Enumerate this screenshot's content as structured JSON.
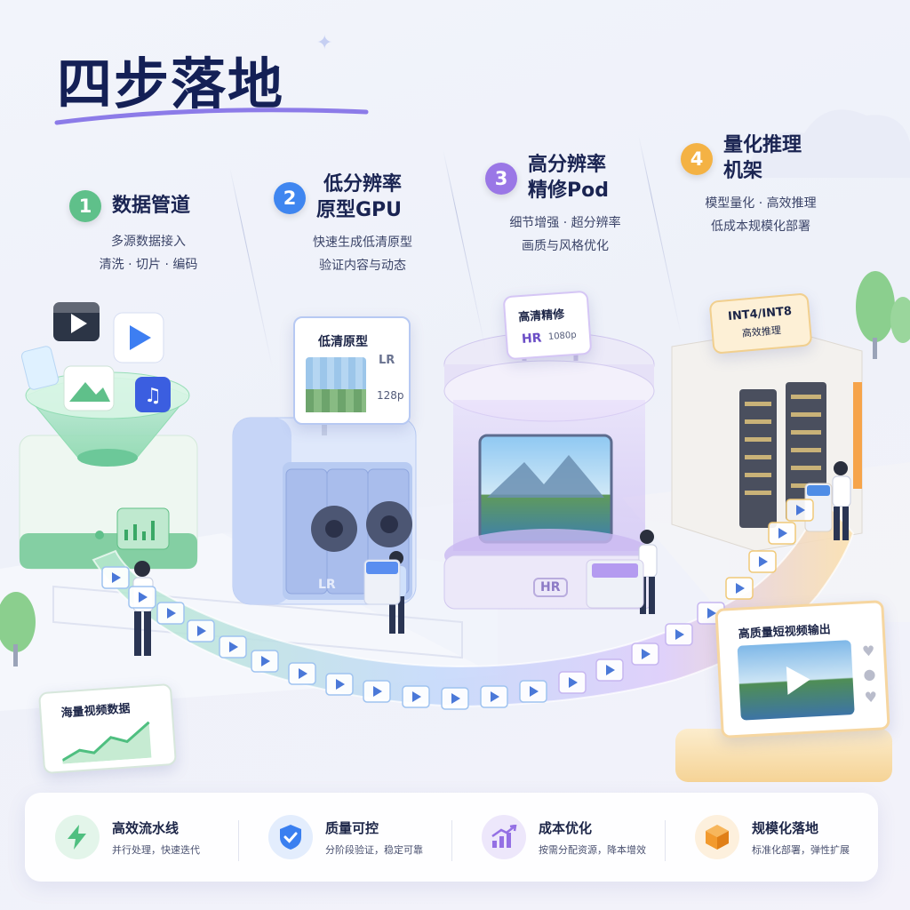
{
  "title": "四步落地",
  "steps": [
    {
      "number": "1",
      "title_line1": "数据管道",
      "title_line2": "",
      "desc_line1": "多源数据接入",
      "desc_line2": "清洗 · 切片 · 编码",
      "color": "#5fc08a"
    },
    {
      "number": "2",
      "title_line1": "低分辨率",
      "title_line2": "原型GPU",
      "desc_line1": "快速生成低清原型",
      "desc_line2": "验证内容与动态",
      "color": "#3f86f0"
    },
    {
      "number": "3",
      "title_line1": "高分辨率",
      "title_line2": "精修Pod",
      "desc_line1": "细节增强 · 超分辨率",
      "desc_line2": "画质与风格优化",
      "color": "#9a77e6"
    },
    {
      "number": "4",
      "title_line1": "量化推理",
      "title_line2": "机架",
      "desc_line1": "模型量化 · 高效推理",
      "desc_line2": "低成本规模化部署",
      "color": "#f4b244"
    }
  ],
  "scene": {
    "lowres_sign": {
      "title": "低清原型",
      "tag": "LR",
      "resolution": "128p"
    },
    "gpu_label": "LR",
    "hires_sign": {
      "title": "高清精修",
      "tag": "HR",
      "resolution": "1080p"
    },
    "pod_label": "HR",
    "rack_sign": {
      "line1": "INT4/INT8",
      "line2": "高效推理"
    },
    "input_sign": "海量视频数据",
    "output_sign": "高质量短视频输出"
  },
  "features": [
    {
      "title": "高效流水线",
      "desc": "并行处理，快速迭代",
      "icon": "lightning-icon",
      "color": "#4fbf80",
      "bg": "#e3f5ea"
    },
    {
      "title": "质量可控",
      "desc": "分阶段验证，稳定可靠",
      "icon": "shield-check-icon",
      "color": "#3a7ff0",
      "bg": "#e3edfd"
    },
    {
      "title": "成本优化",
      "desc": "按需分配资源，降本增效",
      "icon": "growth-chart-icon",
      "color": "#9470e4",
      "bg": "#ede7fb"
    },
    {
      "title": "规模化落地",
      "desc": "标准化部署，弹性扩展",
      "icon": "cube-icon",
      "color": "#f29a2e",
      "bg": "#fdf0dd"
    }
  ]
}
